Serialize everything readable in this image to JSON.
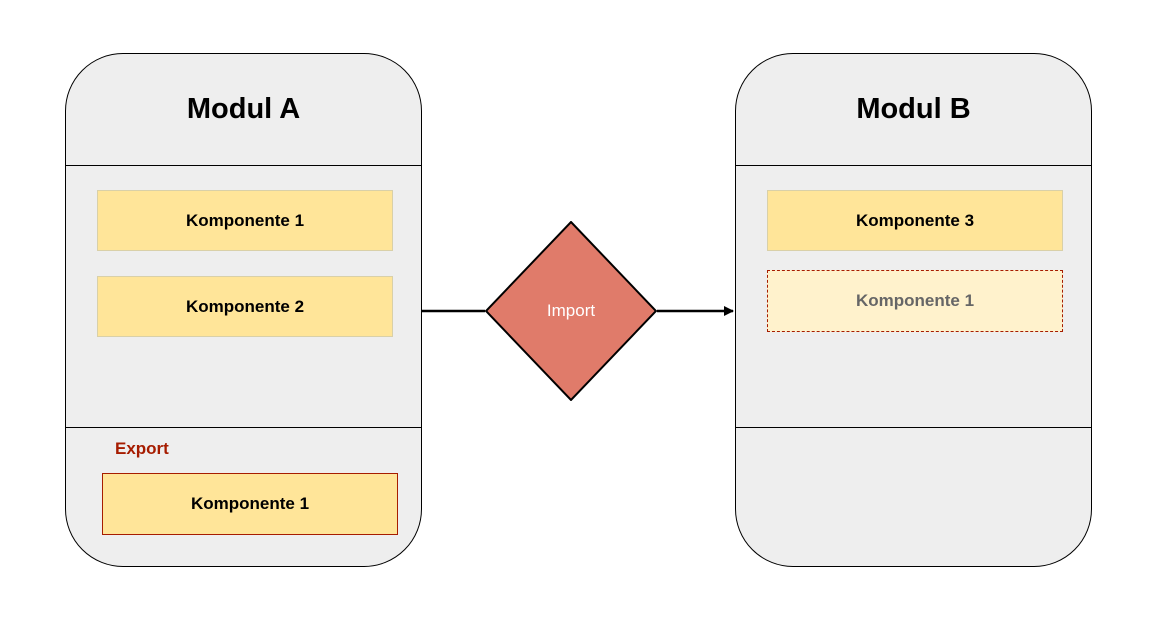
{
  "module_a": {
    "title": "Modul A",
    "components": [
      "Komponente 1",
      "Komponente 2"
    ],
    "export_label": "Export",
    "export_component": "Komponente 1"
  },
  "module_b": {
    "title": "Modul B",
    "components": [
      "Komponente 3"
    ],
    "imported_component": "Komponente 1"
  },
  "connector": {
    "label": "Import"
  },
  "colors": {
    "module_fill": "#eeeeee",
    "component_fill": "#ffe599",
    "imported_fill": "#fff2cc",
    "export_accent": "#a61c00",
    "import_diamond": "#e07b6a",
    "imported_text": "#666666"
  }
}
